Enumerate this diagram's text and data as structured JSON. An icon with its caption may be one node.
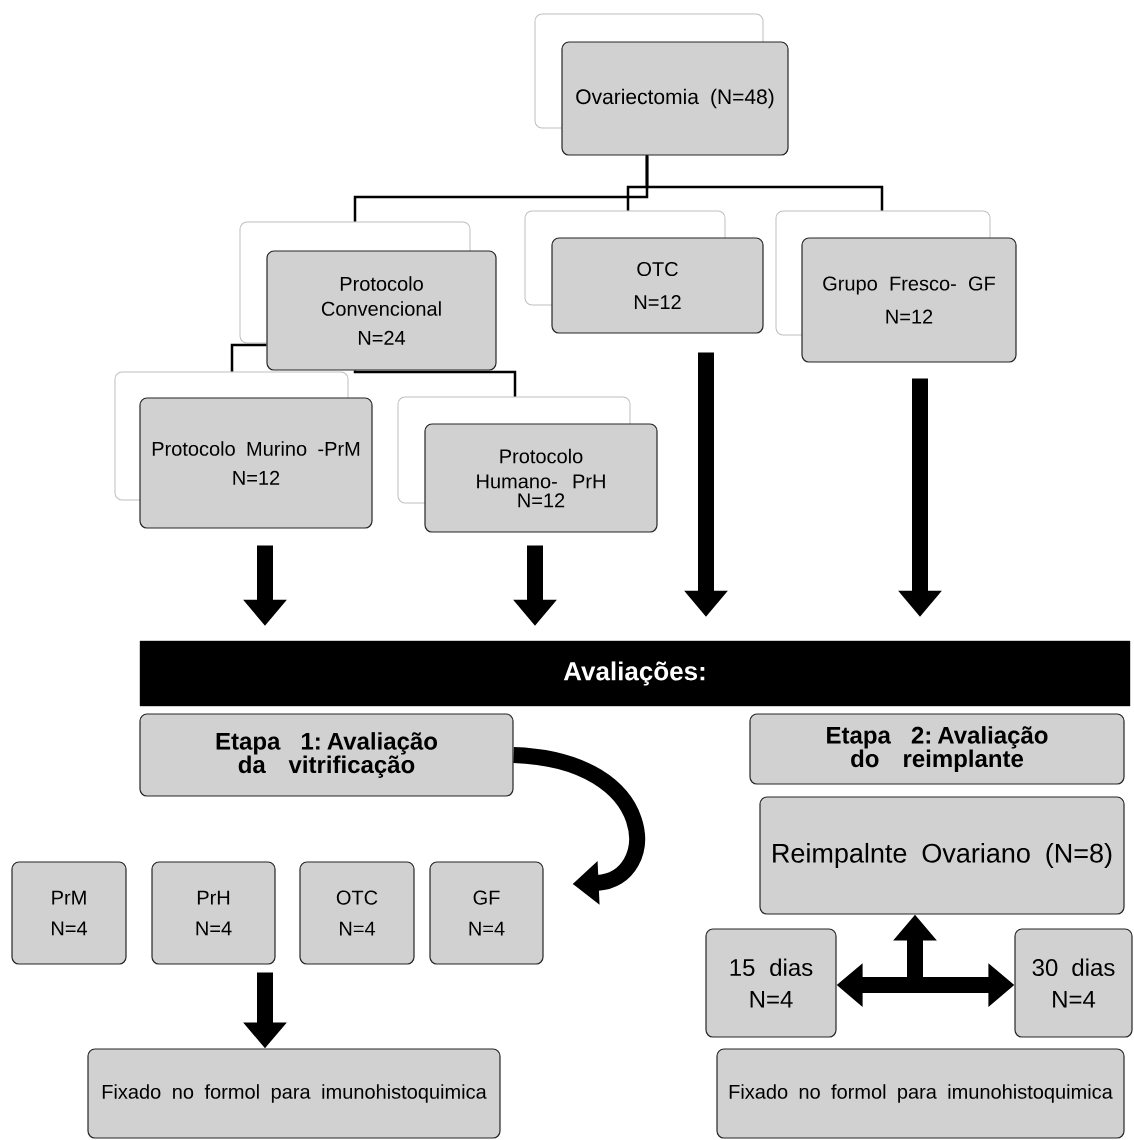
{
  "diagram": {
    "nodes": [
      {
        "text": [
          "Ovariectomia (N=48)"
        ]
      },
      {
        "text": [
          "Protocolo Convencional",
          "N=24"
        ]
      },
      {
        "text": [
          "OTC",
          "N=12"
        ]
      },
      {
        "text": [
          "Grupo Fresco- GF",
          "N=12"
        ]
      },
      {
        "text": [
          "Protocolo Murino -PrM",
          "N=12"
        ]
      },
      {
        "text": [
          "Protocolo Humano- PrH",
          "N=12"
        ]
      },
      {
        "text": [
          "Avaliações:"
        ]
      },
      {
        "text": [
          "Etapa 1: Avaliação da vitrificação"
        ]
      },
      {
        "text": [
          "Etapa 2: Avaliação do reimplante"
        ]
      },
      {
        "text": [
          "PrM",
          "N=4"
        ]
      },
      {
        "text": [
          "PrH",
          "N=4"
        ]
      },
      {
        "text": [
          "OTC",
          "N=4"
        ]
      },
      {
        "text": [
          "GF",
          "N=4"
        ]
      },
      {
        "text": [
          "Fixado no formol para imunohistoquimica"
        ]
      },
      {
        "text": [
          "Reimpalnte Ovariano (N=8)"
        ]
      },
      {
        "text": [
          "15 dias",
          "N=4"
        ]
      },
      {
        "text": [
          "30 dias",
          "N=4"
        ]
      },
      {
        "text": [
          "Fixado no formol para imunohistoquimica"
        ]
      }
    ],
    "edges": [
      {
        "from": 0,
        "to": 1,
        "arrow": "none"
      },
      {
        "from": 0,
        "to": 2,
        "arrow": "none"
      },
      {
        "from": 0,
        "to": 3,
        "arrow": "none"
      },
      {
        "from": 1,
        "to": 4,
        "arrow": "none"
      },
      {
        "from": 1,
        "to": 5,
        "arrow": "none"
      },
      {
        "from": 4,
        "to": 6,
        "arrow": "to"
      },
      {
        "from": 5,
        "to": 6,
        "arrow": "to"
      },
      {
        "from": 2,
        "to": 6,
        "arrow": "to"
      },
      {
        "from": 3,
        "to": 6,
        "arrow": "to"
      },
      {
        "from": 7,
        "to": 12,
        "arrow": "to"
      },
      {
        "from": 10,
        "to": 13,
        "arrow": "to"
      },
      {
        "from": null,
        "to": 14,
        "arrow": "to"
      },
      {
        "from": null,
        "to": 15,
        "arrow": "to"
      },
      {
        "from": null,
        "to": 16,
        "arrow": "to"
      }
    ]
  }
}
